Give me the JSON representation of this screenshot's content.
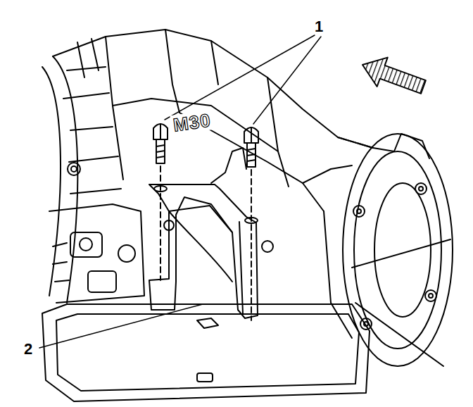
{
  "diagram": {
    "labels": [
      "1",
      "2",
      "M30"
    ]
  }
}
